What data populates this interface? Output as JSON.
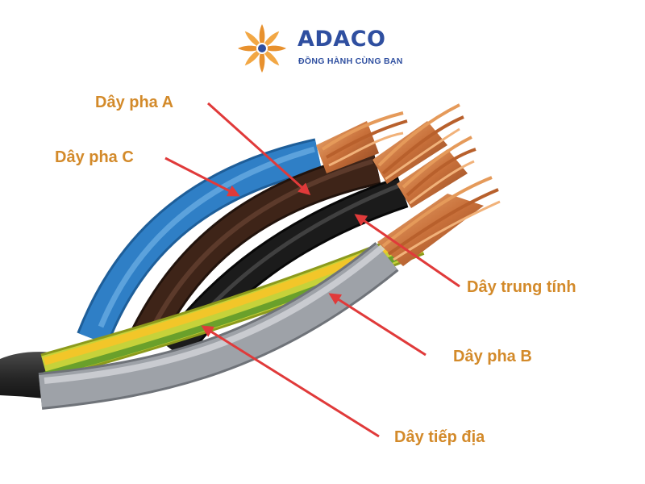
{
  "brand": {
    "name": "ADACO",
    "tagline": "ĐỒNG HÀNH CÙNG BẠN",
    "logo_icon": "lotus-flower-icon"
  },
  "colors": {
    "label_text": "#d38a2a",
    "brand_blue": "#2f4fa0",
    "brand_orange": "#e8912e",
    "arrow": "#e03a3a",
    "wire_blue": "#2f7fc6",
    "wire_brown": "#3e2418",
    "wire_black": "#1b1b1b",
    "wire_grey": "#9ea2a8",
    "wire_yellow_green": "#b8c631",
    "copper": "#c8703a"
  },
  "labels": {
    "phase_a": "Dây pha A",
    "phase_c": "Dây pha C",
    "neutral": "Dây trung tính",
    "phase_b": "Dây pha B",
    "earth": "Dây tiếp địa"
  }
}
